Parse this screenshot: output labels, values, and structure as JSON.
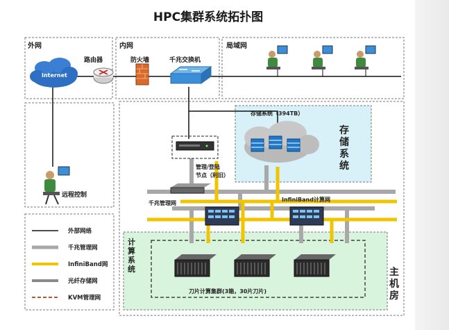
{
  "title": "HPC集群系统拓扑图",
  "zones": {
    "external": "外网",
    "intranet": "内网",
    "lan": "局域网",
    "storage": "存储系统",
    "compute": "计算系统",
    "main_room": "主机房"
  },
  "devices": {
    "internet": "Internet",
    "router": "路由器",
    "firewall": "防火墙",
    "gigabit_switch": "千兆交换机",
    "remote_control": "远程控制",
    "storage_system": "存储系统（394TB）",
    "mgmt_node_line1": "管理/登陆",
    "mgmt_node_line2": "节点（利旧）",
    "blade_cluster": "刀片计算集群(3箱，30片刀片)"
  },
  "networks": {
    "gigabit_mgmt": "千兆管理网",
    "infiniband_compute": "InfiniBand计算网"
  },
  "legend": [
    {
      "label": "外部网络",
      "color": "#111111",
      "style": "solid"
    },
    {
      "label": "千兆管理网",
      "color": "#a8a8a8",
      "style": "thick"
    },
    {
      "label": "InfiniBand网",
      "color": "#f1c400",
      "style": "thick"
    },
    {
      "label": "光纤存储网",
      "color": "#8a8a8a",
      "style": "thick"
    },
    {
      "label": "KVM管理网",
      "color": "#c0552a",
      "style": "dashed"
    }
  ],
  "colors": {
    "storage_zone_bg": "#d8f0f8",
    "compute_zone_bg": "#d8f4dc",
    "infiniband": "#f1c400",
    "gigabit": "#a8a8a8"
  }
}
